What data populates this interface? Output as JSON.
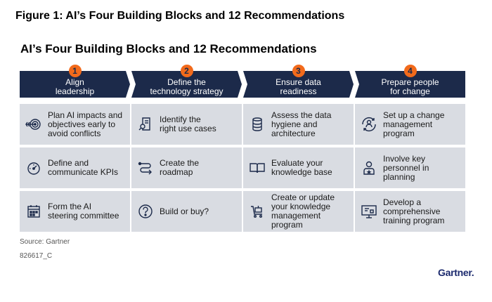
{
  "figure_title": "Figure 1: AI’s Four Building Blocks and 12 Recommendations",
  "main_title": "AI’s Four Building Blocks and 12 Recommendations",
  "columns": [
    {
      "number": "1",
      "header_line1": "Align",
      "header_line2": "leadership",
      "items": [
        {
          "icon": "target-icon",
          "lines": [
            "Plan AI impacts and",
            "objectives early to",
            "avoid conflicts"
          ]
        },
        {
          "icon": "gauge-icon",
          "lines": [
            "Define and",
            "communicate KPIs"
          ]
        },
        {
          "icon": "calendar-icon",
          "lines": [
            "Form the AI",
            "steering committee"
          ]
        }
      ]
    },
    {
      "number": "2",
      "header_line1": "Define the",
      "header_line2": "technology strategy",
      "items": [
        {
          "icon": "document-search-icon",
          "lines": [
            "Identify the",
            "right use cases"
          ]
        },
        {
          "icon": "roadmap-icon",
          "lines": [
            "Create the",
            "roadmap"
          ]
        },
        {
          "icon": "question-icon",
          "lines": [
            "Build or buy?"
          ]
        }
      ]
    },
    {
      "number": "3",
      "header_line1": "Ensure data",
      "header_line2": "readiness",
      "items": [
        {
          "icon": "database-icon",
          "lines": [
            "Assess the data",
            "hygiene and",
            "architecture"
          ]
        },
        {
          "icon": "book-icon",
          "lines": [
            "Evaluate your",
            "knowledge base"
          ]
        },
        {
          "icon": "cart-icon",
          "lines": [
            "Create or update",
            "your knowledge",
            "management",
            "program"
          ]
        }
      ]
    },
    {
      "number": "4",
      "header_line1": "Prepare people",
      "header_line2": "for change",
      "items": [
        {
          "icon": "refresh-person-icon",
          "lines": [
            "Set up a change",
            "management",
            "program"
          ]
        },
        {
          "icon": "person-star-icon",
          "lines": [
            "Involve key",
            "personnel in",
            "planning"
          ]
        },
        {
          "icon": "presentation-icon",
          "lines": [
            "Develop a",
            "comprehensive",
            "training program"
          ]
        }
      ]
    }
  ],
  "source": "Source: Gartner",
  "code": "826617_C",
  "logo": "Gartner",
  "colors": {
    "header": "#1c2a4a",
    "badge": "#f26a1b",
    "cell": "#d9dce2"
  }
}
